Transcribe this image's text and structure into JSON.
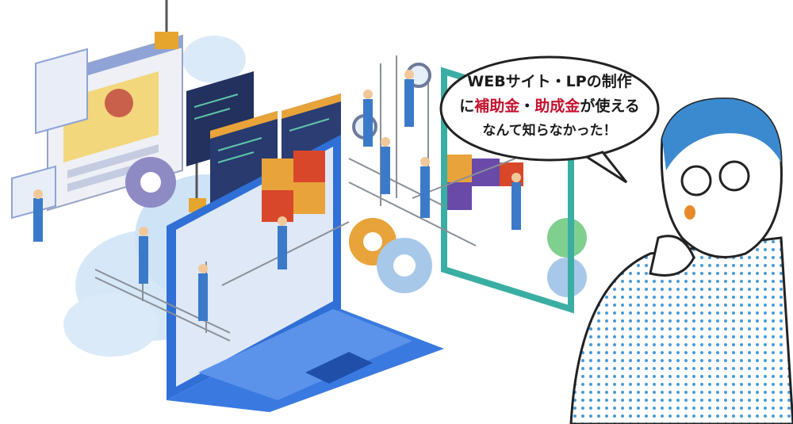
{
  "speech": {
    "line1": "WEBサイト・LPの制作",
    "line2_prefix": "に",
    "line2_red1": "補助金",
    "line2_mid": "・",
    "line2_red2": "助成金",
    "line2_suffix": "が使える",
    "line3": "なんて知らなかった！"
  },
  "colors": {
    "accent_red": "#c4122f",
    "laptop_blue": "#2f6fd6",
    "worker_blue": "#3b7ac9",
    "cloud": "#cfe3f7",
    "puzzle_orange": "#e8a33a",
    "puzzle_red": "#d9472b",
    "puzzle_purple": "#6a4aa8",
    "code_navy": "#22315e",
    "gear_blue": "#a8c8ea",
    "teal_frame": "#3aaea2",
    "dot_blue": "#4a9bd8"
  },
  "icons": [
    "laptop-icon",
    "cloud-icon",
    "puzzle-icon",
    "gear-icon",
    "crane-hook-icon",
    "magnifier-icon",
    "worker-icon",
    "browser-window-icon",
    "code-window-icon",
    "speech-bubble-icon",
    "thinking-man-icon"
  ]
}
